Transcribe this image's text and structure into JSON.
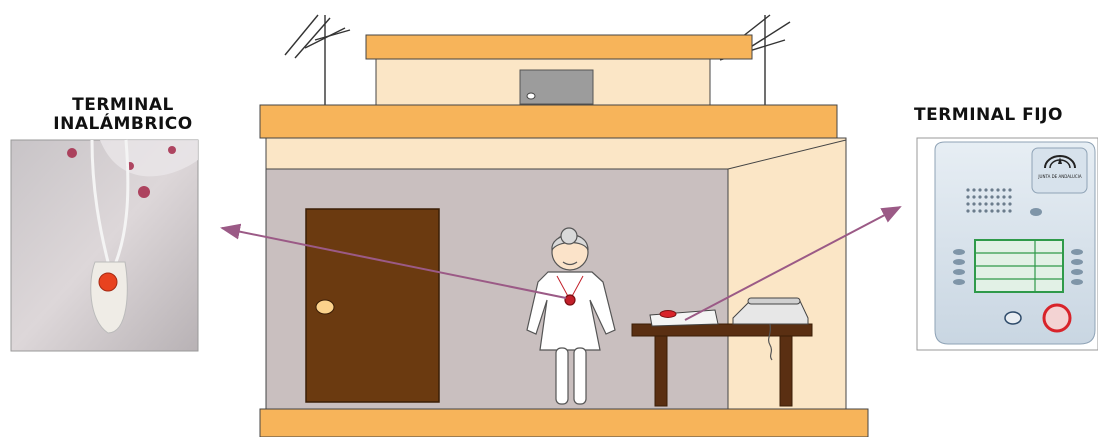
{
  "labels": {
    "wireless_terminal": "TERMINAL\nINALÁMBRICO",
    "fixed_terminal": "TERMINAL FIJO"
  },
  "device_text": {
    "logo": "JUNTA DE ANDALUCIA"
  },
  "colors": {
    "roof": "#f7b45a",
    "house_upper": "#fbe6c6",
    "wall_back": "#c9bfbf",
    "wall_side": "#fbe6c6",
    "floor": "#f7b45a",
    "door": "#6b3a10",
    "table": "#5a2f12",
    "arrow": "#9b5a86"
  }
}
